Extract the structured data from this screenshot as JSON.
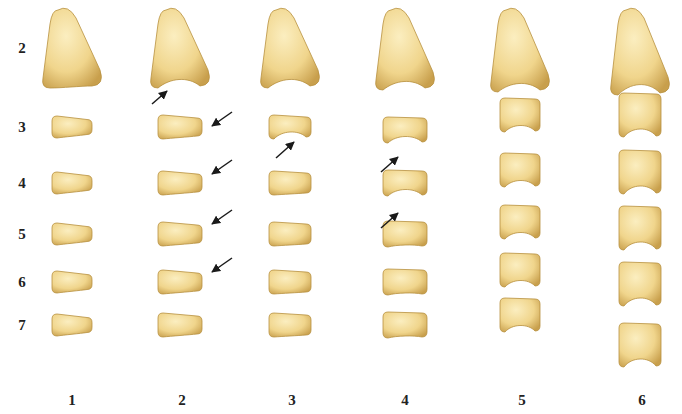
{
  "diagram": {
    "labels": [
      "2",
      "3",
      "4",
      "5",
      "6",
      "7",
      "1",
      "2",
      "3",
      "4",
      "5",
      "6"
    ]
  }
}
